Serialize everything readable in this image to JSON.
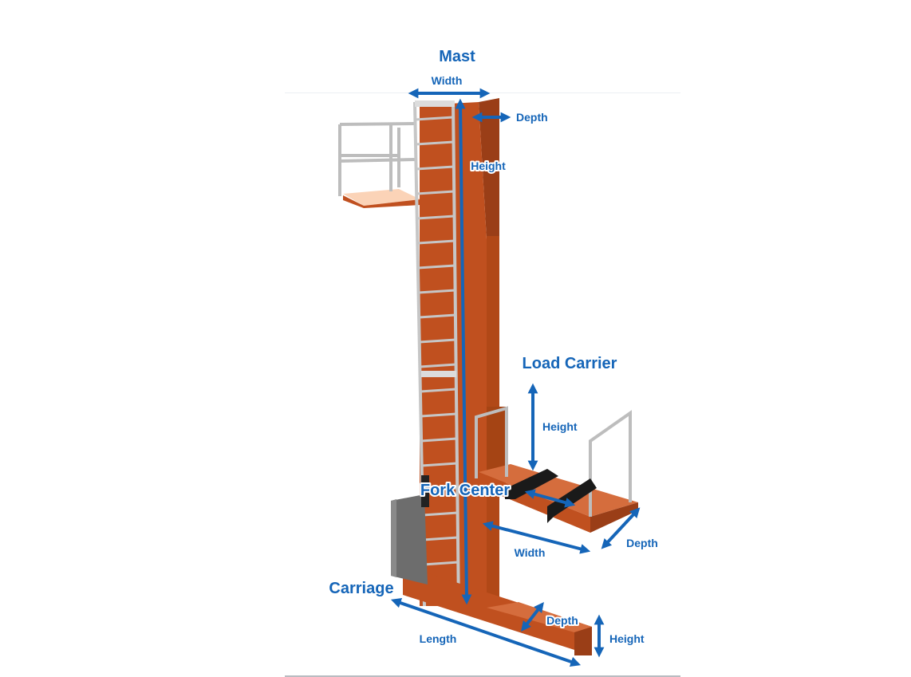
{
  "titles": {
    "mast": "Mast",
    "load_carrier": "Load Carrier",
    "fork_center": "Fork Center",
    "carriage": "Carriage"
  },
  "dimensions": {
    "mast_width": "Width",
    "mast_depth": "Depth",
    "mast_height": "Height",
    "carrier_height": "Height",
    "carrier_width": "Width",
    "carrier_depth": "Depth",
    "carriage_length": "Length",
    "carriage_depth": "Depth",
    "carriage_height": "Height"
  },
  "colors": {
    "annotation": "#1565b8",
    "structure": "#c0501f",
    "structure_shade": "#9a3e17",
    "railing": "#bdbdbd",
    "forks": "#1a1a1a",
    "cabinet": "#6d6d6d"
  }
}
